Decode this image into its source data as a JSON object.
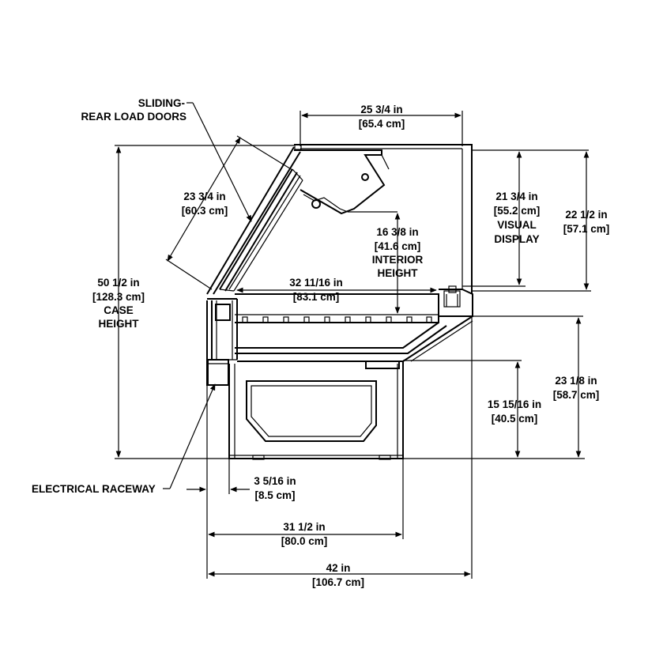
{
  "labels": {
    "rear_doors_1": "SLIDING-",
    "rear_doors_2": "REAR LOAD DOORS",
    "top_width_1": "25 3/4 in",
    "top_width_2": "[65.4 cm]",
    "glass_len_1": "23 3/4 in",
    "glass_len_2": "[60.3 cm]",
    "visual_1": "21 3/4 in",
    "visual_2": "[55.2 cm]",
    "visual_3": "VISUAL",
    "visual_4": "DISPLAY",
    "upper_h_1": "22 1/2 in",
    "upper_h_2": "[57.1 cm]",
    "interior_1": "16 3/8 in",
    "interior_2": "[41.6 cm]",
    "interior_3": "INTERIOR",
    "interior_4": "HEIGHT",
    "case_h_1": "50 1/2 in",
    "case_h_2": "[128.3 cm]",
    "case_h_3": "CASE",
    "case_h_4": "HEIGHT",
    "deck_1": "32 11/16 in",
    "deck_2": "[83.1 cm]",
    "base_h_1": "23 1/8 in",
    "base_h_2": "[58.7 cm]",
    "front_h_1": "15 15/16 in",
    "front_h_2": "[40.5 cm]",
    "raceway": "ELECTRICAL RACEWAY",
    "offset_1": "3 5/16 in",
    "offset_2": "[8.5 cm]",
    "base_w_1": "31 1/2 in",
    "base_w_2": "[80.0 cm]",
    "overall_1": "42 in",
    "overall_2": "[106.7 cm]"
  },
  "colors": {
    "line": "#000000",
    "background": "#ffffff"
  }
}
